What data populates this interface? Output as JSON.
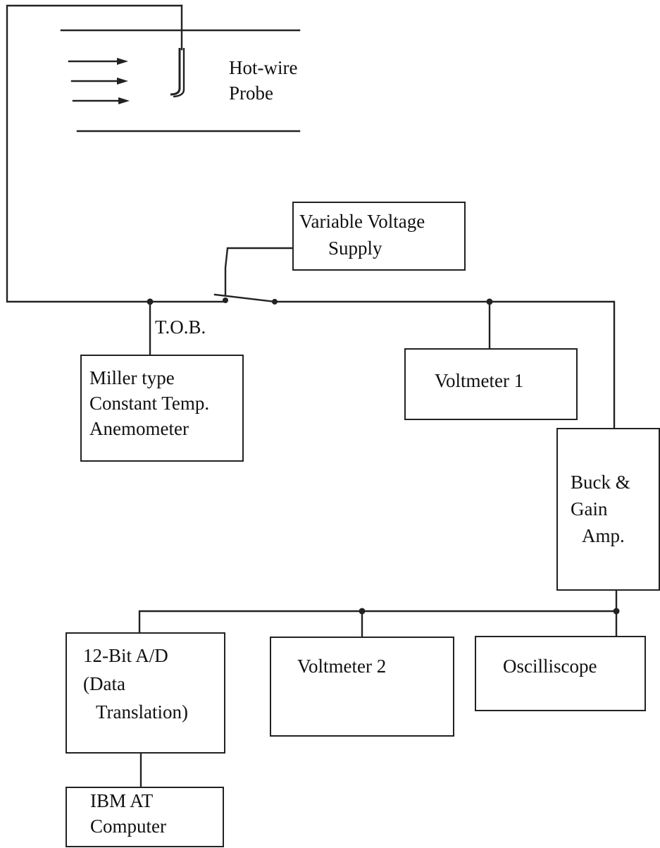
{
  "probe": {
    "line1": "Hot-wire",
    "line2": "Probe"
  },
  "supply": {
    "line1": "Variable Voltage",
    "line2": "Supply"
  },
  "tob": "T.O.B.",
  "anemometer": {
    "line1": "Miller type",
    "line2": "Constant Temp.",
    "line3": "Anemometer"
  },
  "voltmeter1": "Voltmeter 1",
  "amp": {
    "line1": "Buck &",
    "line2": "Gain",
    "line3": "Amp."
  },
  "adc": {
    "line1": "12-Bit A/D",
    "line2": "(Data",
    "line3": "Translation)"
  },
  "voltmeter2": "Voltmeter 2",
  "scope": "Oscilliscope",
  "computer": {
    "line1": "IBM AT",
    "line2": "Computer"
  }
}
